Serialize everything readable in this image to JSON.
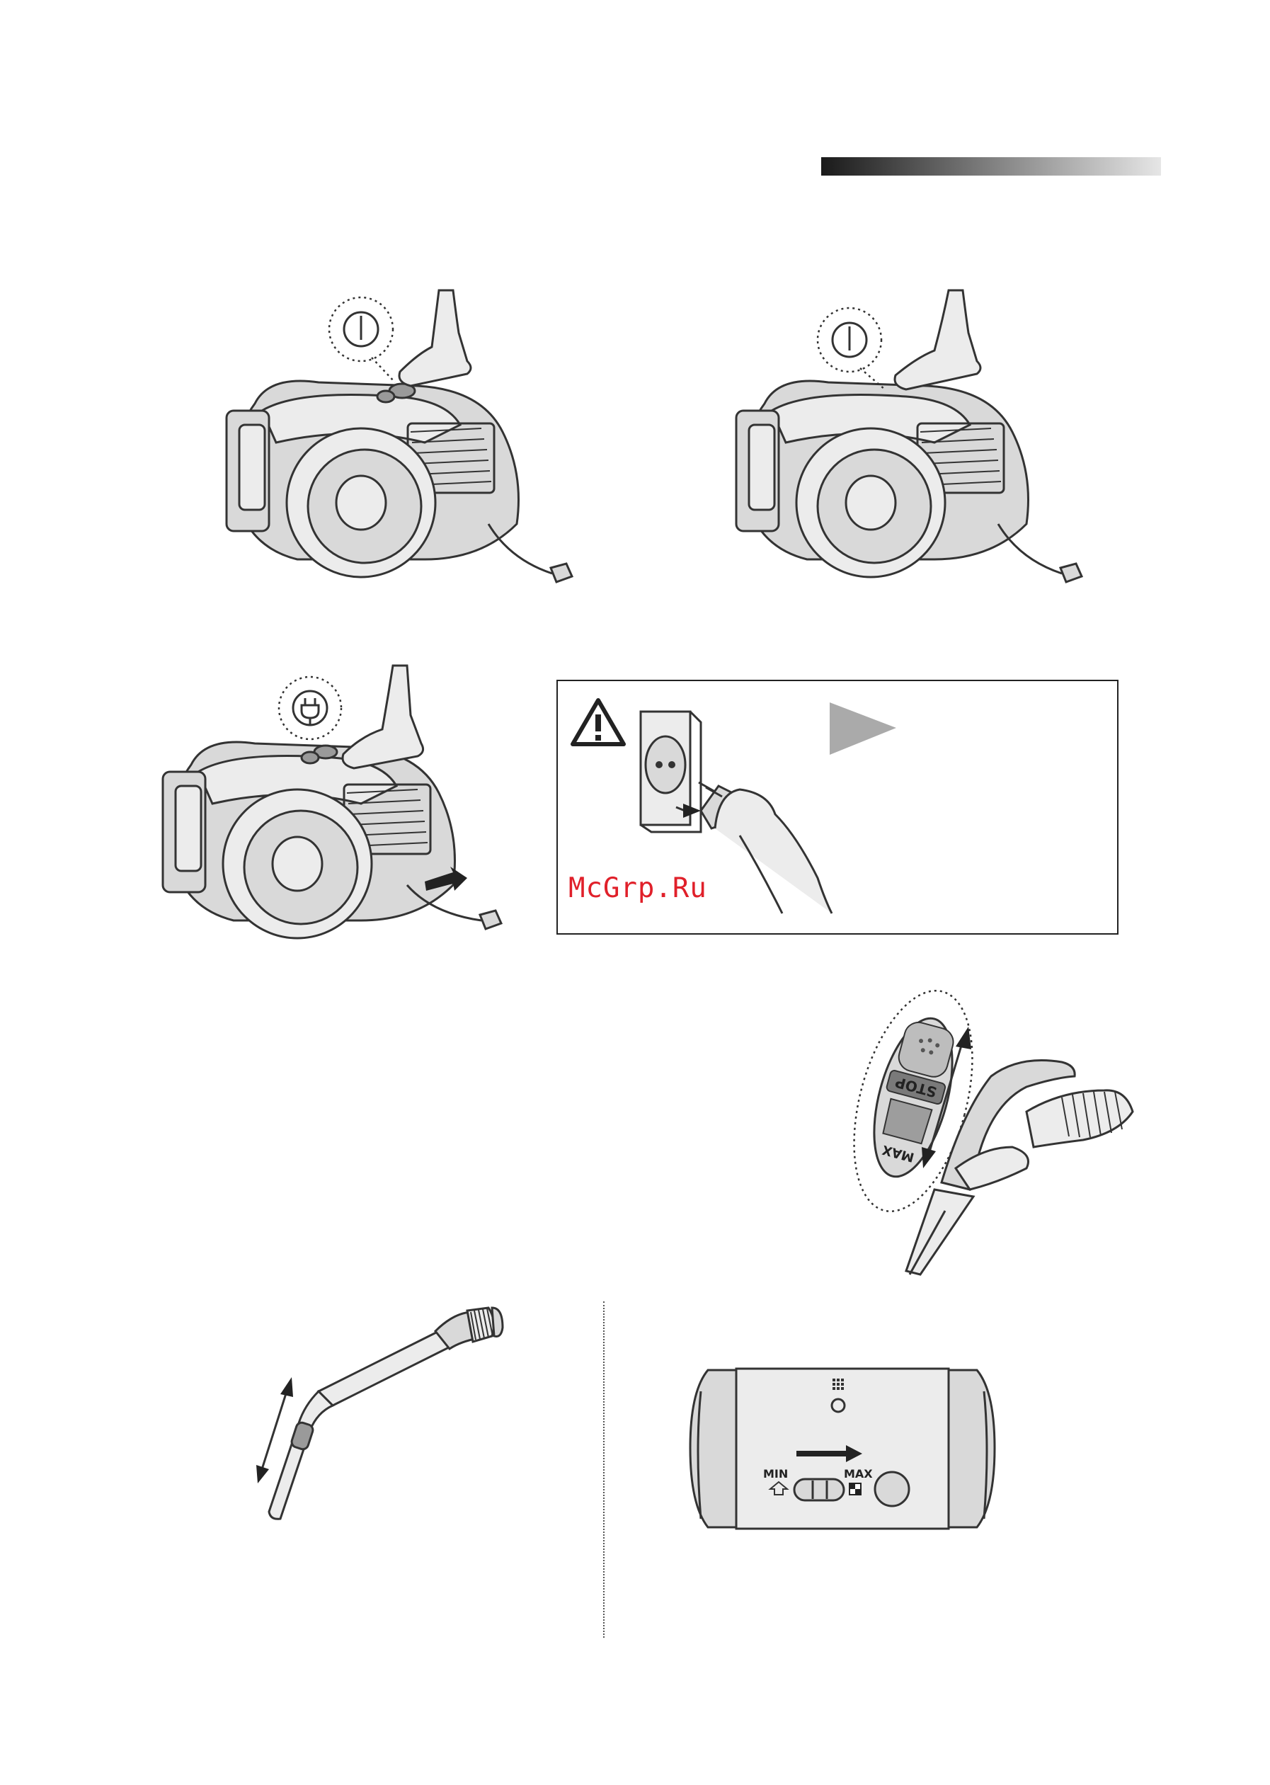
{
  "watermark": "McGrp.Ru",
  "illustrations": {
    "power_on": "power-symbol",
    "power_off": "power-symbol",
    "cord_rewind": "plug-symbol",
    "warning": "warning-triangle",
    "handle_control": [
      "STOP",
      "MAX"
    ],
    "suction_control": {
      "min_label": "MIN",
      "max_label": "MAX"
    }
  },
  "colors": {
    "watermark": "#e0202a",
    "header_bar_start": "#1a1a1a",
    "header_bar_end": "#e6e6e6"
  }
}
